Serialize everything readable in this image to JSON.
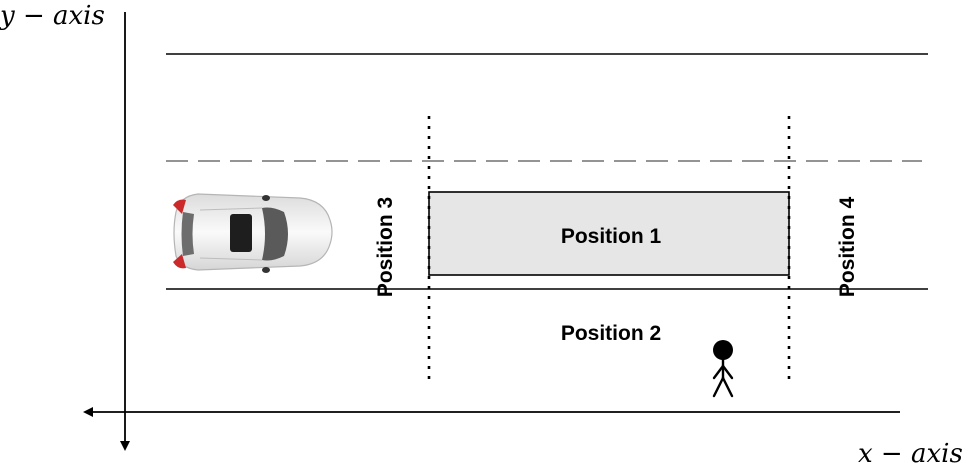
{
  "axes": {
    "y_label": "y − axis",
    "x_label": "x − axis"
  },
  "labels": {
    "position_1": "Position 1",
    "position_2": "Position 2",
    "position_3": "Position 3",
    "position_4": "Position 4"
  },
  "colors": {
    "ink": "#000000",
    "zone_fill": "#e6e6e6",
    "lane_dash": "#555555",
    "car_body": "#f2f2f2",
    "car_lights": "#cc2a2a"
  },
  "icons": {
    "car": "car-top-view-icon",
    "pedestrian": "pedestrian-stick-figure-icon"
  }
}
